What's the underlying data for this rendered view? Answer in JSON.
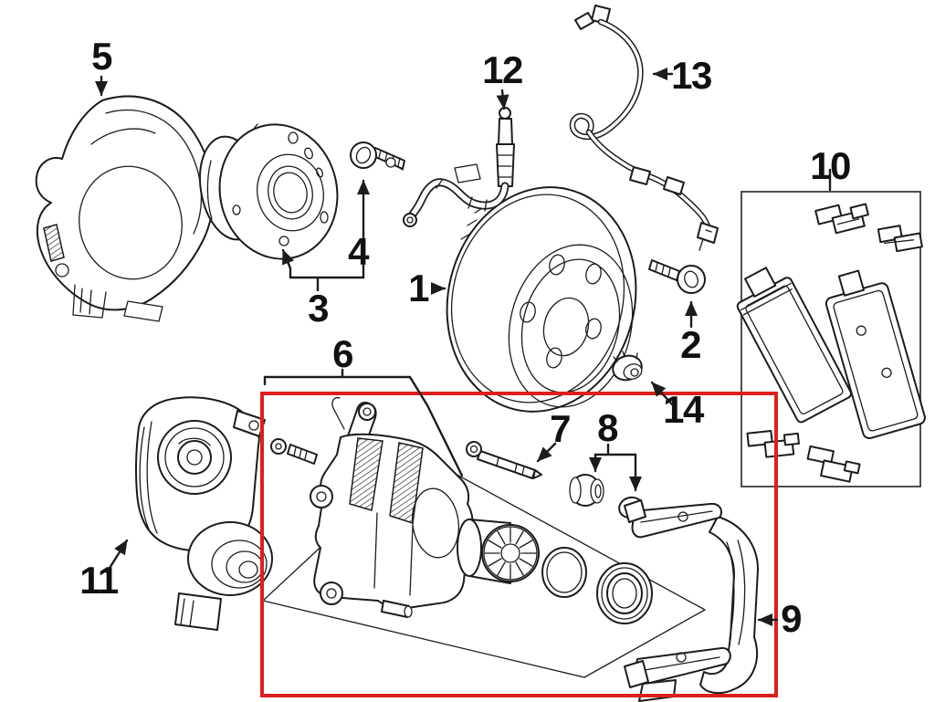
{
  "diagram": {
    "background": "#ffffff",
    "line_color": "#1c1c1c",
    "highlight_color": "#dd201c",
    "parts_box_color": "#3a3a3a"
  },
  "callouts": [
    {
      "label": "1"
    },
    {
      "label": "2"
    },
    {
      "label": "3"
    },
    {
      "label": "4"
    },
    {
      "label": "5"
    },
    {
      "label": "6"
    },
    {
      "label": "7"
    },
    {
      "label": "8"
    },
    {
      "label": "9"
    },
    {
      "label": "10"
    },
    {
      "label": "11"
    },
    {
      "label": "12"
    },
    {
      "label": "13"
    },
    {
      "label": "14"
    }
  ]
}
